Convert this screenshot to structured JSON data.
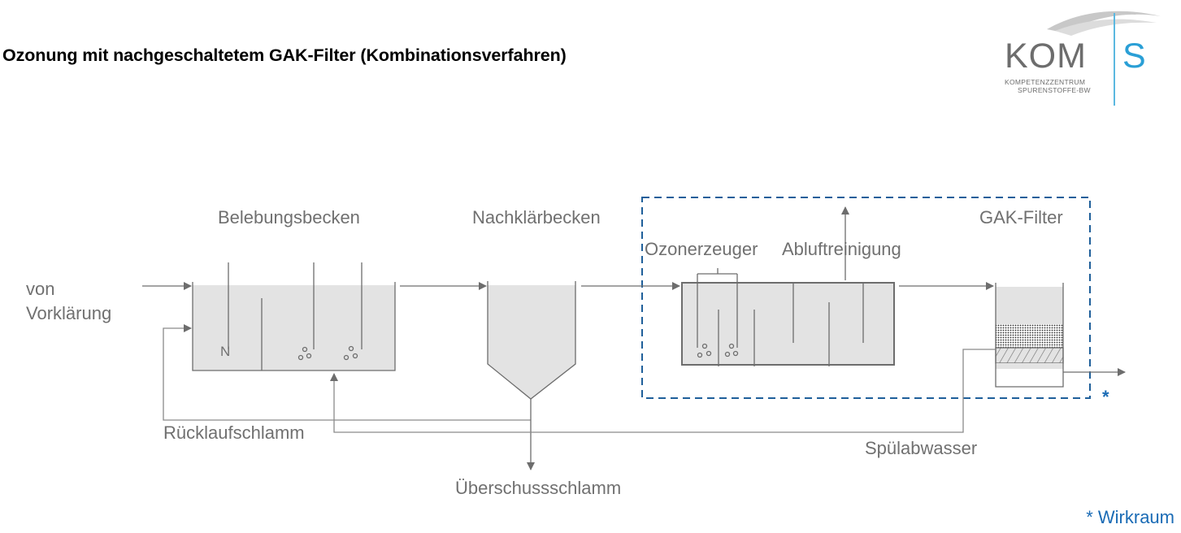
{
  "title": "Ozonung mit nachgeschaltetem GAK-Filter (Kombinationsverfahren)",
  "logo": {
    "name_left": "KOM",
    "name_right": "S",
    "line1": "KOMPETENZZENTRUM",
    "line2": "SPURENSTOFFE-BW",
    "accent_color": "#2a9fd6"
  },
  "diagram": {
    "labels": {
      "inflow": [
        "von",
        "Vorklärung"
      ],
      "aeration_tank": "Belebungsbecken",
      "secondary_clarifier": "Nachklärbecken",
      "ozone_generator": "Ozonerzeuger",
      "exhaust_treatment": "Abluftreinigung",
      "gac_filter": "GAK-Filter",
      "return_sludge": "Rücklaufschlamm",
      "excess_sludge": "Überschussschlamm",
      "backwash_water": "Spülabwasser",
      "zone_marker": "*",
      "denitrification_symbol": "N"
    },
    "colors": {
      "line": "#6d6d6d",
      "fill": "#e3e3e3",
      "zone_border": "#1f5f9a",
      "footnote": "#1a6bb5"
    }
  },
  "footnote": "* Wirkraum"
}
